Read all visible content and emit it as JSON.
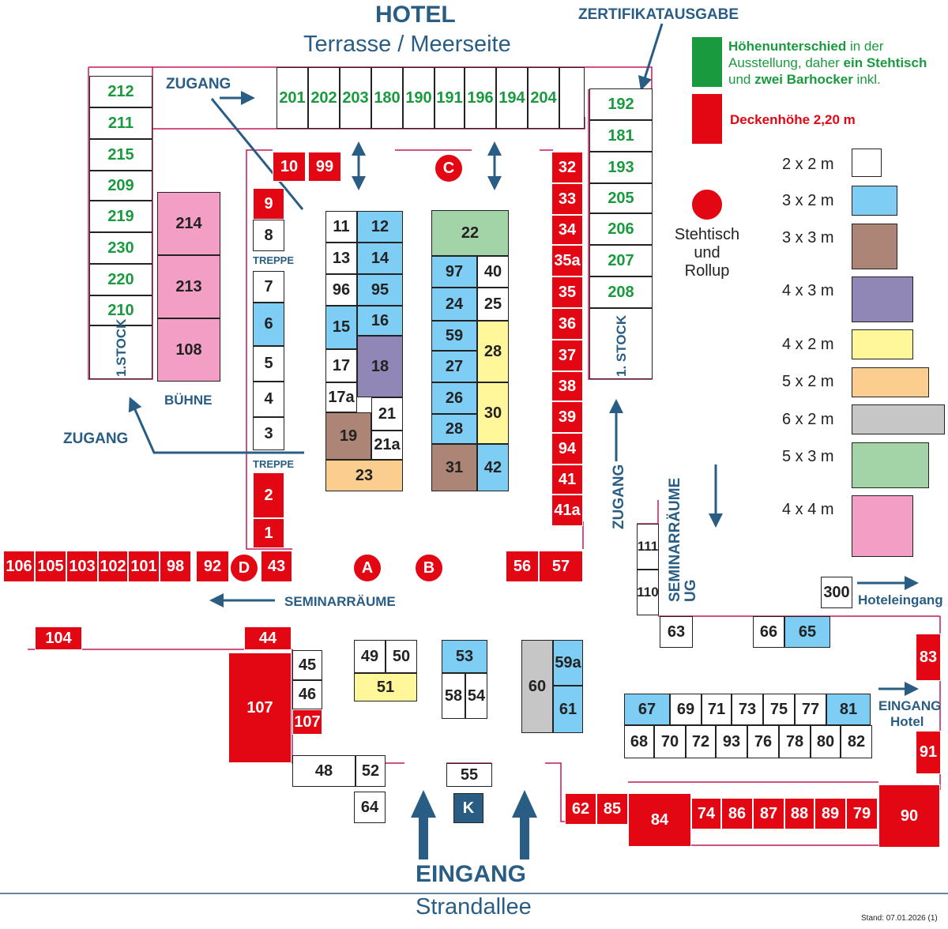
{
  "header": {
    "title": "HOTEL",
    "subtitle": "Terrasse / Meerseite"
  },
  "footer": {
    "title": "EINGANG",
    "subtitle": "Strandallee",
    "stand": "Stand: 07.01.2026  (1)"
  },
  "labels": {
    "zertifikatsausgabe": "ZERTIFIKATAUSGABE",
    "zugang": "ZUGANG",
    "buehne": "BÜHNE",
    "treppe": "TREPPE",
    "seminarraeume": "SEMINARRÄUME",
    "seminarraeume_ug": "SEMINARRÄUME UG",
    "hoteleingang": "Hoteleingang",
    "eingang_hotel_1": "EINGANG",
    "eingang_hotel_2": "Hotel",
    "erster_stock": "1.STOCK",
    "erster_stock_r": "1. STOCK"
  },
  "legend": {
    "green_note_1": "Höhenunterschied",
    "green_note_2": " in der",
    "green_note_3": "Ausstellung, daher ",
    "green_note_4": "ein Stehtisch",
    "green_note_5": "und ",
    "green_note_6": "zwei Barhocker",
    "green_note_7": " inkl.",
    "red_note": "Deckenhöhe 2,20 m",
    "stehtisch_1": "Stehtisch",
    "stehtisch_2": "und",
    "stehtisch_3": "Rollup",
    "sizes": [
      {
        "label": "2 x 2 m",
        "color": "#ffffff"
      },
      {
        "label": "3 x 2 m",
        "color": "#7ecdf4"
      },
      {
        "label": "3 x 3 m",
        "color": "#ac8576"
      },
      {
        "label": "4 x 3 m",
        "color": "#9087b7"
      },
      {
        "label": "4 x 2 m",
        "color": "#fff799"
      },
      {
        "label": "5 x 2 m",
        "color": "#fbcd8f"
      },
      {
        "label": "6 x 2 m",
        "color": "#c6c6c6"
      },
      {
        "label": "5 x 3 m",
        "color": "#a3d4a8"
      },
      {
        "label": "4 x 4 m",
        "color": "#f29ec5"
      }
    ]
  },
  "booths": {
    "b201": "201",
    "b202": "202",
    "b203": "203",
    "b180": "180",
    "b190": "190",
    "b191": "191",
    "b196": "196",
    "b194": "194",
    "b204": "204",
    "b212": "212",
    "b211": "211",
    "b215": "215",
    "b209": "209",
    "b219": "219",
    "b230": "230",
    "b220": "220",
    "b210": "210",
    "b192": "192",
    "b181": "181",
    "b193": "193",
    "b205": "205",
    "b206": "206",
    "b207": "207",
    "b208": "208",
    "b214": "214",
    "b213": "213",
    "b108": "108",
    "b10": "10",
    "b99": "99",
    "c": "C",
    "b9": "9",
    "b8": "8",
    "b7": "7",
    "b6": "6",
    "b5": "5",
    "b4": "4",
    "b3": "3",
    "b2": "2",
    "b1": "1",
    "b11": "11",
    "b12": "12",
    "b13": "13",
    "b14": "14",
    "b96": "96",
    "b95": "95",
    "b15": "15",
    "b16": "16",
    "b17": "17",
    "b18": "18",
    "b17a": "17a",
    "b21": "21",
    "b19": "19",
    "b21a": "21a",
    "b23": "23",
    "b22": "22",
    "b97": "97",
    "b40": "40",
    "b24": "24",
    "b25": "25",
    "b59": "59",
    "b28": "28",
    "b27": "27",
    "b26": "26",
    "b30": "30",
    "b28b": "28",
    "b31": "31",
    "b42": "42",
    "b32": "32",
    "b33": "33",
    "b34": "34",
    "b35a": "35a",
    "b35": "35",
    "b36": "36",
    "b37": "37",
    "b38": "38",
    "b39": "39",
    "b94": "94",
    "b41": "41",
    "b41a": "41a",
    "b106": "106",
    "b105": "105",
    "b103": "103",
    "b102": "102",
    "b101": "101",
    "b98": "98",
    "b92": "92",
    "d": "D",
    "b43": "43",
    "a": "A",
    "bb": "B",
    "b56": "56",
    "b57": "57",
    "b111": "111",
    "b110": "110",
    "b300": "300",
    "b104": "104",
    "b44": "44",
    "b107a": "107",
    "b107b": "107",
    "b45": "45",
    "b46": "46",
    "b48": "48",
    "b52": "52",
    "b64": "64",
    "b49": "49",
    "b50": "50",
    "b51": "51",
    "b53": "53",
    "b58": "58",
    "b54": "54",
    "b60": "60",
    "b59a": "59a",
    "b61": "61",
    "b55": "55",
    "k": "K",
    "b63": "63",
    "b66": "66",
    "b65": "65",
    "b83": "83",
    "b91": "91",
    "b67": "67",
    "b69": "69",
    "b71": "71",
    "b73": "73",
    "b75": "75",
    "b77": "77",
    "b81": "81",
    "b68": "68",
    "b70": "70",
    "b72": "72",
    "b93": "93",
    "b76": "76",
    "b78": "78",
    "b80": "80",
    "b82": "82",
    "b62": "62",
    "b85": "85",
    "b84": "84",
    "b74": "74",
    "b86": "86",
    "b87": "87",
    "b88": "88",
    "b89": "89",
    "b79": "79",
    "b90": "90"
  },
  "colors": {
    "accent_blue": "#2a5d84",
    "red": "#e30613",
    "green": "#1a9a3f",
    "outline": "#c2185b"
  }
}
